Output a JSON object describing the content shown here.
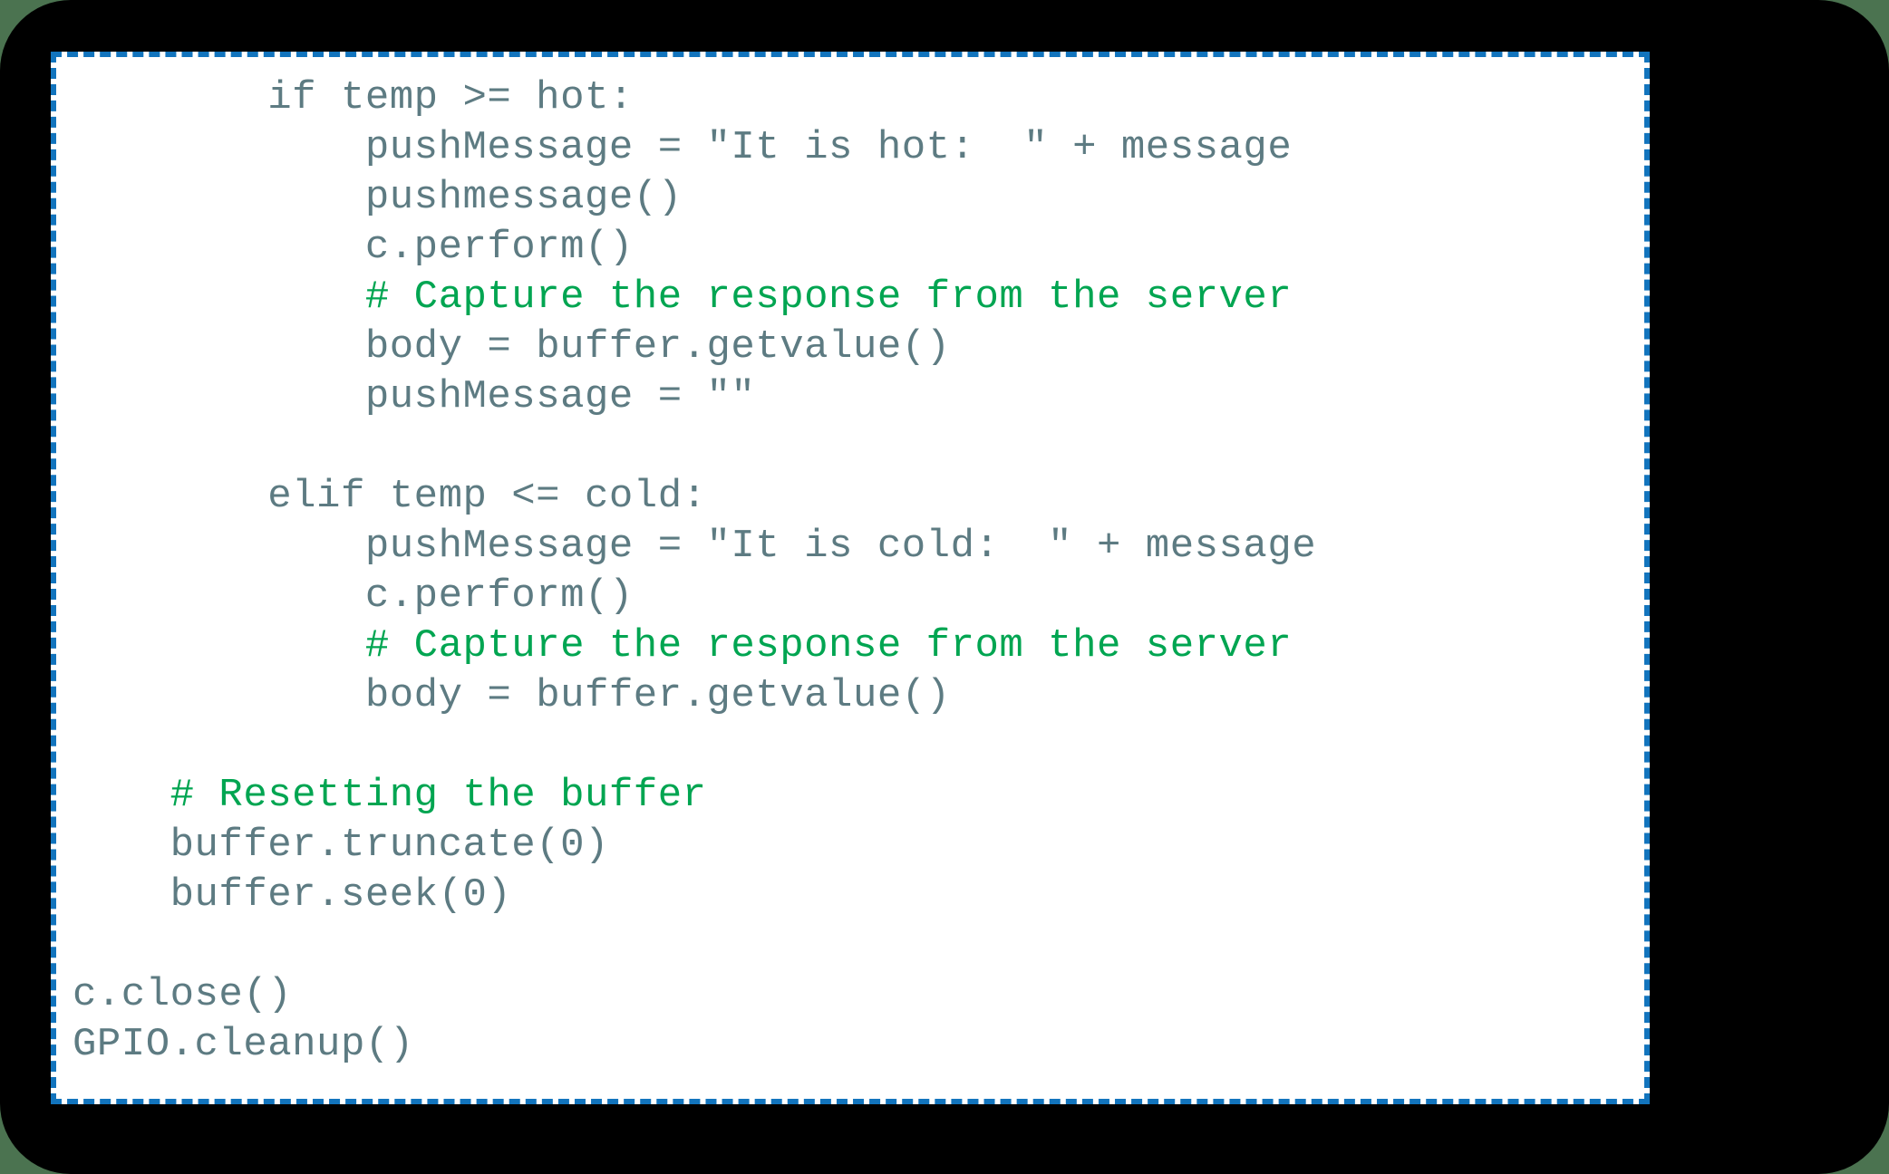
{
  "window": {
    "background_color": "#4b7350",
    "shell_color": "#000000"
  },
  "code_panel": {
    "background_color": "#ffffff",
    "border_color": "#1274bd",
    "border_style": "dashed",
    "language": "python",
    "plain_color": "#5d7b82",
    "comment_color": "#00a551",
    "lines": [
      {
        "indent": "        ",
        "kind": "plain",
        "text": "if temp >= hot:"
      },
      {
        "indent": "            ",
        "kind": "plain",
        "text": "pushMessage = \"It is hot:  \" + message"
      },
      {
        "indent": "            ",
        "kind": "plain",
        "text": "pushmessage()"
      },
      {
        "indent": "            ",
        "kind": "plain",
        "text": "c.perform()"
      },
      {
        "indent": "            ",
        "kind": "comment",
        "text": "# Capture the response from the server"
      },
      {
        "indent": "            ",
        "kind": "plain",
        "text": "body = buffer.getvalue()"
      },
      {
        "indent": "            ",
        "kind": "plain",
        "text": "pushMessage = \"\""
      },
      {
        "indent": "",
        "kind": "blank",
        "text": ""
      },
      {
        "indent": "        ",
        "kind": "plain",
        "text": "elif temp <= cold:"
      },
      {
        "indent": "            ",
        "kind": "plain",
        "text": "pushMessage = \"It is cold:  \" + message"
      },
      {
        "indent": "            ",
        "kind": "plain",
        "text": "c.perform()"
      },
      {
        "indent": "            ",
        "kind": "comment",
        "text": "# Capture the response from the server"
      },
      {
        "indent": "            ",
        "kind": "plain",
        "text": "body = buffer.getvalue()"
      },
      {
        "indent": "",
        "kind": "blank",
        "text": ""
      },
      {
        "indent": "    ",
        "kind": "comment",
        "text": "# Resetting the buffer"
      },
      {
        "indent": "    ",
        "kind": "plain",
        "text": "buffer.truncate(0)"
      },
      {
        "indent": "    ",
        "kind": "plain",
        "text": "buffer.seek(0)"
      },
      {
        "indent": "",
        "kind": "blank",
        "text": ""
      },
      {
        "indent": "",
        "kind": "plain",
        "text": "c.close()"
      },
      {
        "indent": "",
        "kind": "plain",
        "text": "GPIO.cleanup()"
      }
    ]
  }
}
